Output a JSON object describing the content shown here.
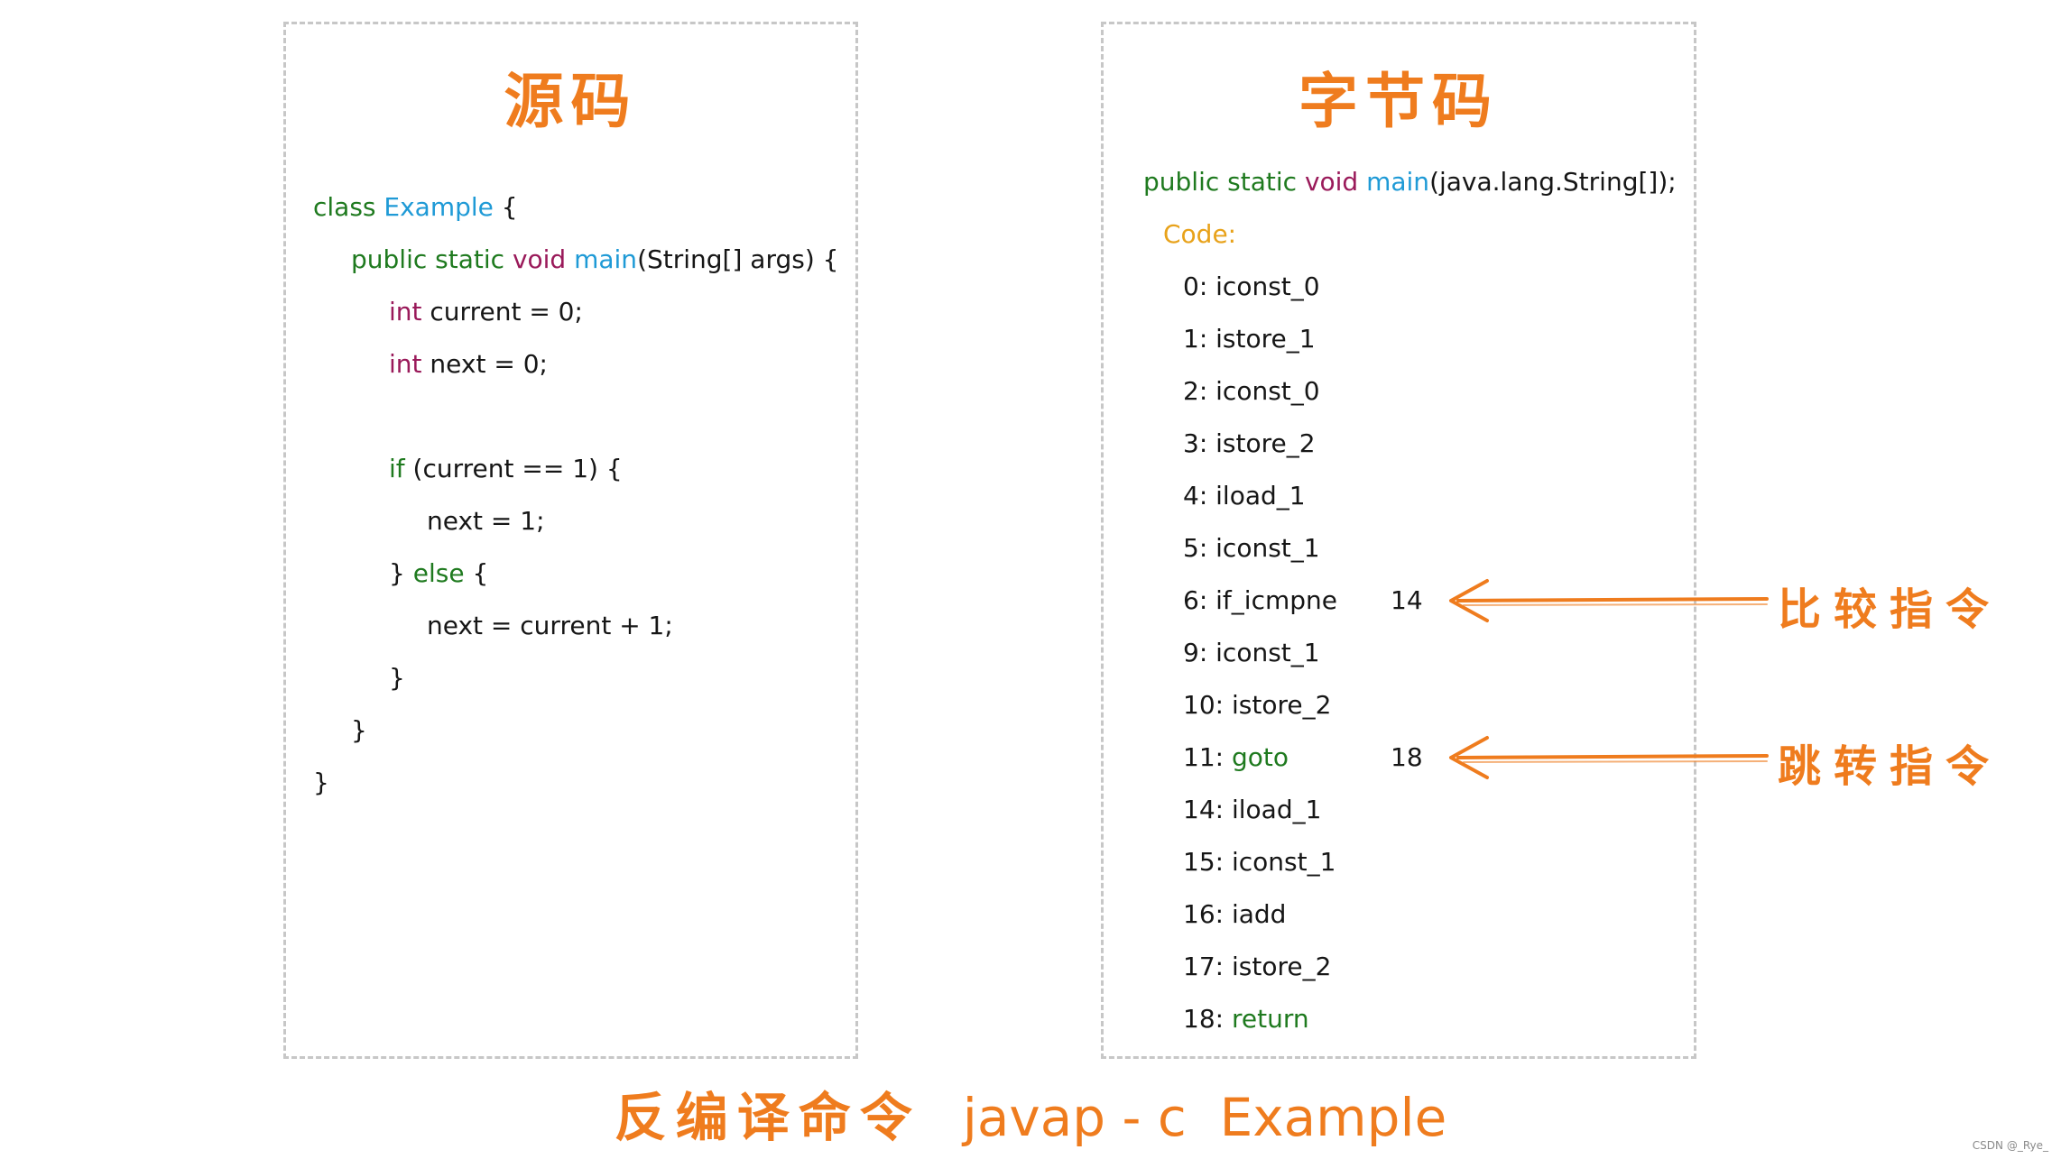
{
  "source": {
    "title": "源码",
    "lines": [
      [
        {
          "t": "class ",
          "c": "kw-green"
        },
        {
          "t": "Example",
          "c": "kw-blue"
        },
        {
          "t": " {",
          "c": ""
        }
      ],
      [
        {
          "t": "public static ",
          "c": "kw-green"
        },
        {
          "t": "void ",
          "c": "kw-purple"
        },
        {
          "t": "main",
          "c": "kw-blue"
        },
        {
          "t": "(String[] args) {",
          "c": ""
        }
      ],
      [
        {
          "t": "int",
          "c": "kw-purple"
        },
        {
          "t": " current = 0;",
          "c": ""
        }
      ],
      [
        {
          "t": "int",
          "c": "kw-purple"
        },
        {
          "t": " next = 0;",
          "c": ""
        }
      ],
      [
        {
          "t": "if",
          "c": "kw-green"
        },
        {
          "t": " (current == 1) {",
          "c": ""
        }
      ],
      [
        {
          "t": "next = 1;",
          "c": ""
        }
      ],
      [
        {
          "t": "} ",
          "c": ""
        },
        {
          "t": "else",
          "c": "kw-green"
        },
        {
          "t": " {",
          "c": ""
        }
      ],
      [
        {
          "t": "next = current + 1;",
          "c": ""
        }
      ],
      [
        {
          "t": "}",
          "c": ""
        }
      ],
      [
        {
          "t": "}",
          "c": ""
        }
      ],
      [
        {
          "t": "}",
          "c": ""
        }
      ]
    ]
  },
  "bytecode": {
    "title": "字节码",
    "signature": [
      {
        "t": "public static ",
        "c": "kw-green"
      },
      {
        "t": "void ",
        "c": "kw-purple"
      },
      {
        "t": "main",
        "c": "kw-blue"
      },
      {
        "t": "(java.lang.String[]);",
        "c": ""
      }
    ],
    "code_label": "Code:",
    "instructions": [
      {
        "offset": "0:",
        "op": "iconst_0",
        "arg": "",
        "c": ""
      },
      {
        "offset": "1:",
        "op": "istore_1",
        "arg": "",
        "c": ""
      },
      {
        "offset": "2:",
        "op": "iconst_0",
        "arg": "",
        "c": ""
      },
      {
        "offset": "3:",
        "op": "istore_2",
        "arg": "",
        "c": ""
      },
      {
        "offset": "4:",
        "op": "iload_1",
        "arg": "",
        "c": ""
      },
      {
        "offset": "5:",
        "op": "iconst_1",
        "arg": "",
        "c": ""
      },
      {
        "offset": "6:",
        "op": "if_icmpne",
        "arg": "14",
        "c": ""
      },
      {
        "offset": "9:",
        "op": "iconst_1",
        "arg": "",
        "c": ""
      },
      {
        "offset": "10:",
        "op": "istore_2",
        "arg": "",
        "c": ""
      },
      {
        "offset": "11:",
        "op": "goto",
        "arg": "18",
        "c": "kw-green"
      },
      {
        "offset": "14:",
        "op": "iload_1",
        "arg": "",
        "c": ""
      },
      {
        "offset": "15:",
        "op": "iconst_1",
        "arg": "",
        "c": ""
      },
      {
        "offset": "16:",
        "op": "iadd",
        "arg": "",
        "c": ""
      },
      {
        "offset": "17:",
        "op": "istore_2",
        "arg": "",
        "c": ""
      },
      {
        "offset": "18:",
        "op": "return",
        "arg": "",
        "c": "kw-green"
      }
    ]
  },
  "annotations": {
    "compare": "比较指令",
    "jump": "跳转指令"
  },
  "footer": {
    "label": "反编译命令",
    "command": "javap - c  Example"
  },
  "watermark": "CSDN @_Rye_",
  "colors": {
    "accent": "#ef7c1e",
    "keyword": "#1f7a1f",
    "type": "#9a1a5a",
    "identifier": "#1f9ad6",
    "label": "#e8a21a",
    "border": "#c7c7c7"
  }
}
